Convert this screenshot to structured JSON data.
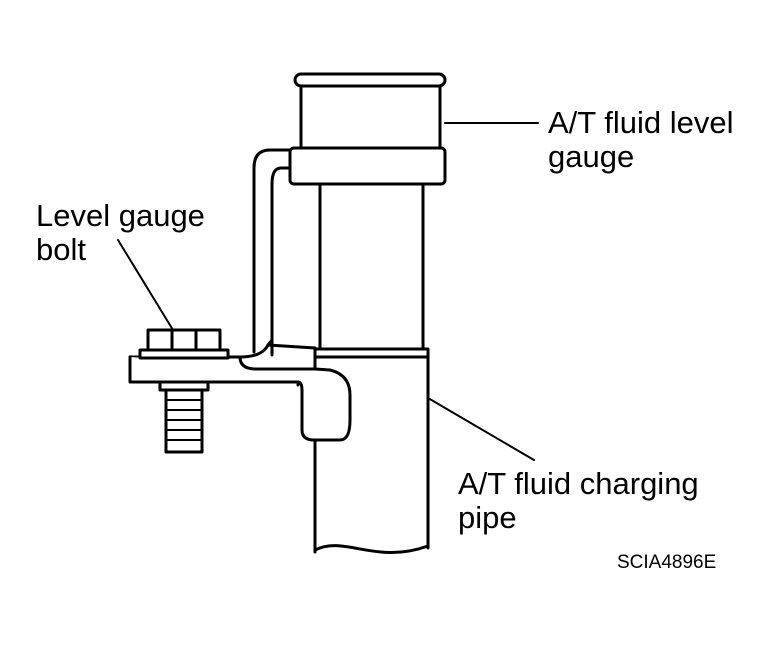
{
  "labels": {
    "gauge_line1": "A/T fluid level",
    "gauge_line2": "gauge",
    "bolt_line1": "Level gauge",
    "bolt_line2": "bolt",
    "pipe_line1": "A/T fluid charging",
    "pipe_line2": "pipe"
  },
  "figure_code": "SCIA4896E",
  "colors": {
    "ink": "#000000",
    "paper": "#ffffff"
  }
}
